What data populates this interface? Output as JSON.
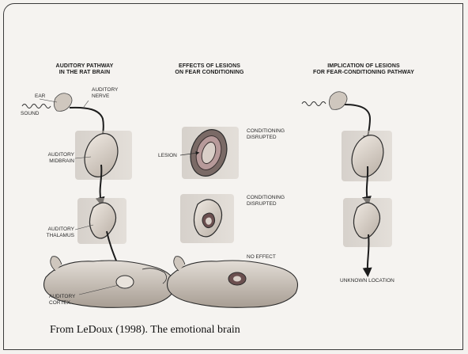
{
  "columns": [
    {
      "title_line1": "AUDITORY PATHWAY",
      "title_line2": "IN THE RAT BRAIN"
    },
    {
      "title_line1": "EFFECTS OF LESIONS",
      "title_line2": "ON FEAR CONDITIONING"
    },
    {
      "title_line1": "IMPLICATION OF LESIONS",
      "title_line2": "FOR FEAR-CONDITIONING PATHWAY"
    }
  ],
  "labels": {
    "ear": "EAR",
    "sound": "SOUND",
    "auditory_nerve_l1": "AUDITORY",
    "auditory_nerve_l2": "NERVE",
    "midbrain_l1": "AUDITORY",
    "midbrain_l2": "MIDBRAIN",
    "thalamus_l1": "AUDITORY",
    "thalamus_l2": "THALAMUS",
    "cortex_l1": "AUDITORY",
    "cortex_l2": "CORTEX",
    "lesion": "LESION",
    "cond1_l1": "CONDITIONING",
    "cond1_l2": "DISRUPTED",
    "cond2_l1": "CONDITIONING",
    "cond2_l2": "DISRUPTED",
    "no_effect": "NO EFFECT",
    "unknown_location": "UNKNOWN LOCATION"
  },
  "caption": "From LeDoux (1998). The emotional brain",
  "colors": {
    "region_fill": "#d8cfc4",
    "region_stroke": "#2b2b2b",
    "background_tissue": "#c9c2ba",
    "lesion_dark": "#3a3030",
    "lesion_mid": "#8a6a6a"
  }
}
